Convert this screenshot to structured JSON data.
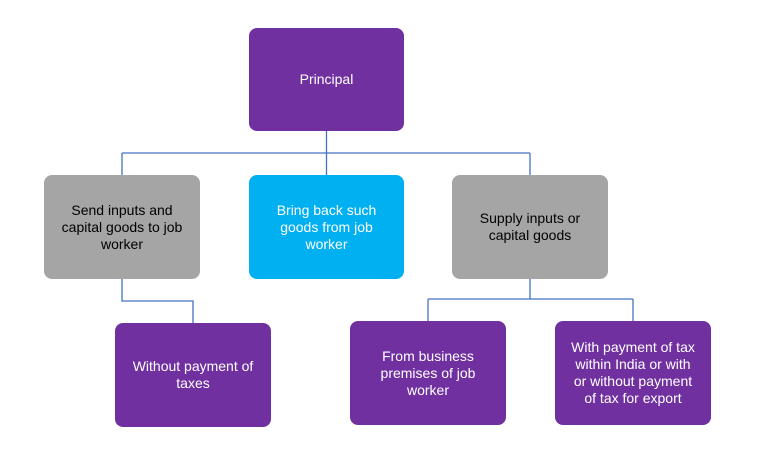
{
  "diagram": {
    "nodes": {
      "principal": "Principal",
      "send_inputs": "Send inputs and\ncapital goods to job\nworker",
      "bring_back": "Bring back such\ngoods from job\nworker",
      "supply_inputs": "Supply inputs or\ncapital goods",
      "without_payment": "Without payment of\ntaxes",
      "from_business": "From business\npremises of job\nworker",
      "with_payment": "With payment of tax\nwithin India or with\nor without payment\nof tax for export"
    },
    "colors": {
      "purple": "#7030a0",
      "gray": "#a5a5a5",
      "cyan": "#00b0f0",
      "connector": "#4472c4"
    }
  }
}
